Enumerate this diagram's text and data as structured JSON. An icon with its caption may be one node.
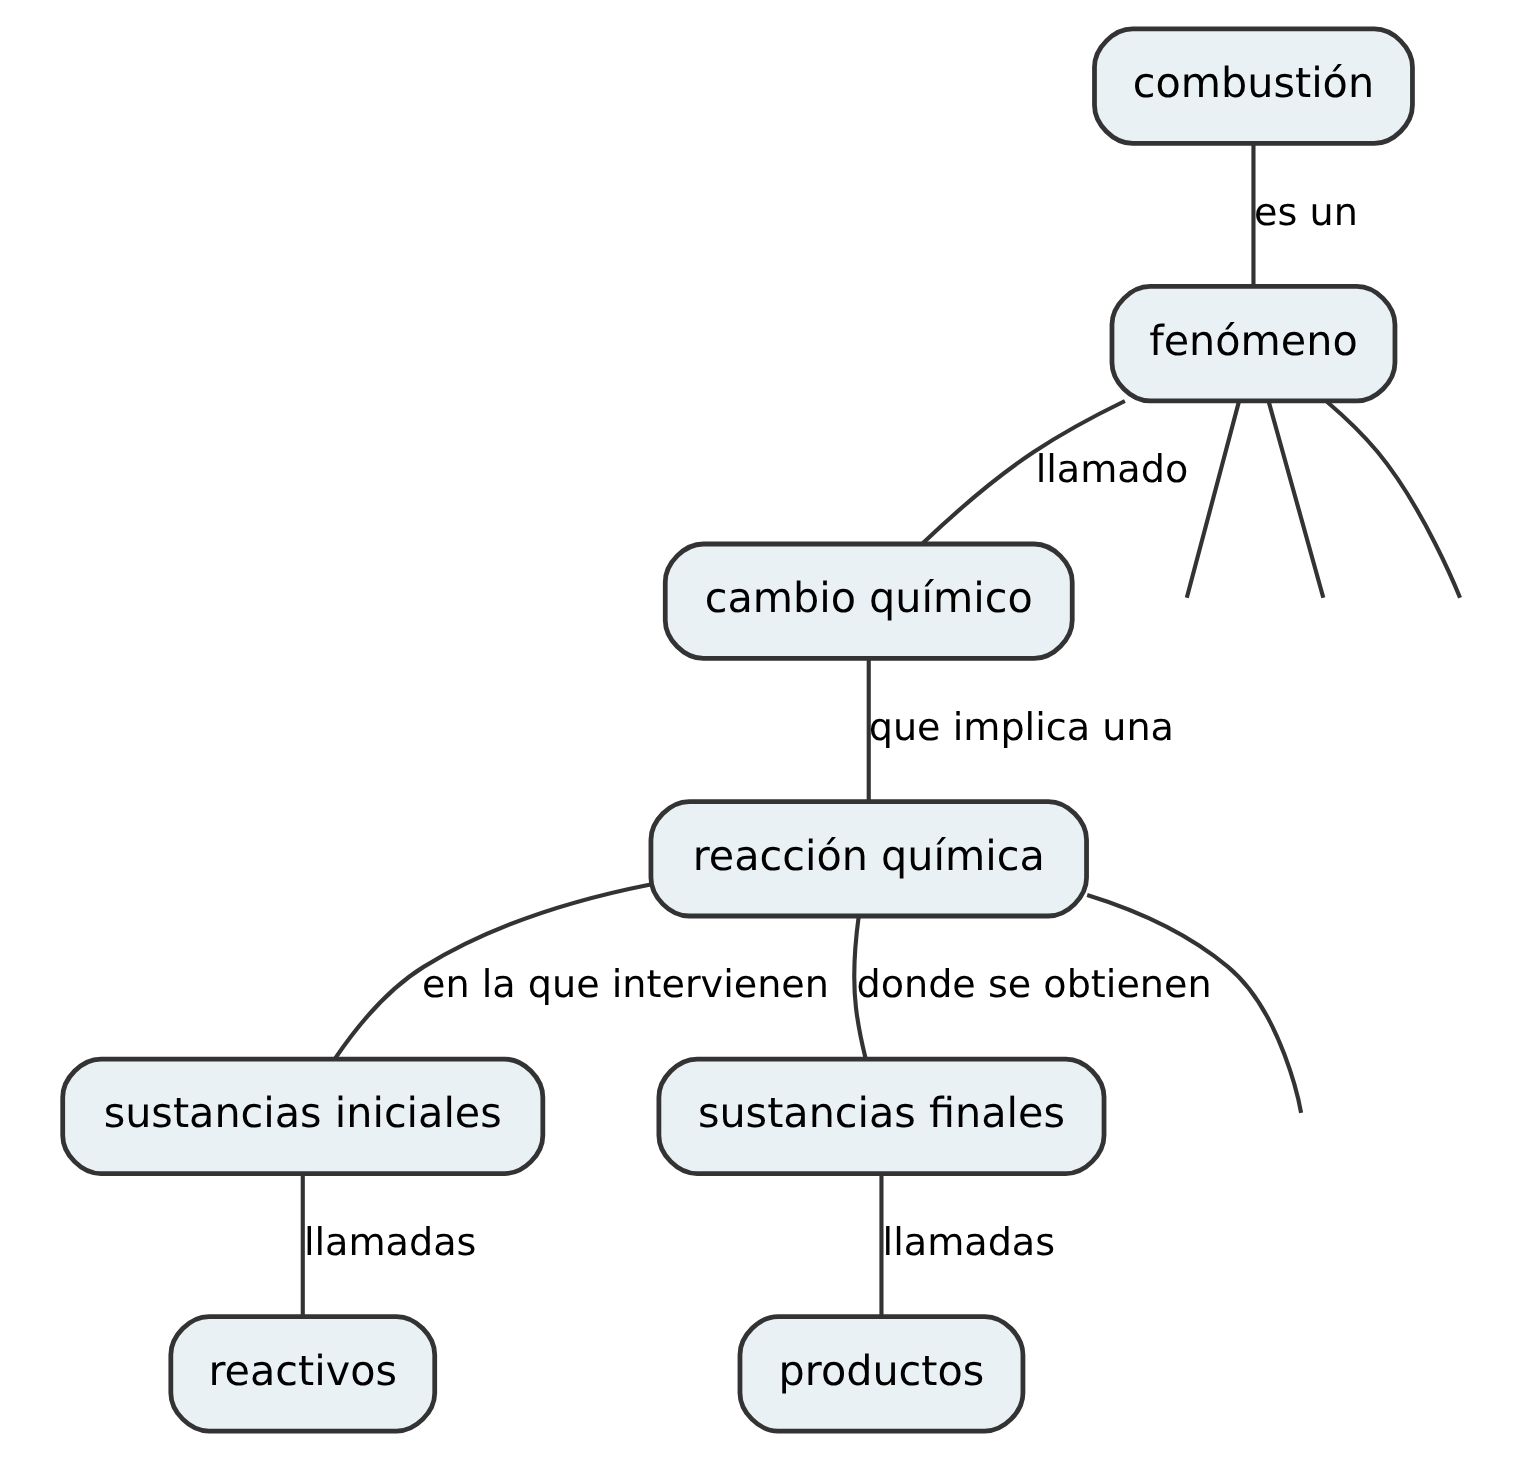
{
  "diagram": {
    "nodes": [
      {
        "text": [
          "combustión"
        ]
      },
      {
        "text": [
          "fenómeno"
        ]
      },
      {
        "text": [
          "cambio químico"
        ]
      },
      {
        "text": [
          "reacción química"
        ]
      },
      {
        "text": [
          "sustancias iniciales"
        ]
      },
      {
        "text": [
          "sustancias finales"
        ]
      },
      {
        "text": [
          "reactivos"
        ]
      },
      {
        "text": [
          "productos"
        ]
      }
    ],
    "edges": [
      {
        "from": 0,
        "to": 1,
        "arrow": "none",
        "label": "es un"
      },
      {
        "from": 1,
        "to": null,
        "arrow": "none"
      },
      {
        "from": 1,
        "to": null,
        "arrow": "none"
      },
      {
        "from": 1,
        "to": null,
        "arrow": "none"
      },
      {
        "from": 1,
        "to": 2,
        "arrow": "none",
        "label": "llamado"
      },
      {
        "from": 2,
        "to": 3,
        "arrow": "none",
        "label": "que implica una"
      },
      {
        "from": 3,
        "to": null,
        "arrow": "none"
      },
      {
        "from": 3,
        "to": 4,
        "arrow": "none",
        "label": "en la que intervienen"
      },
      {
        "from": 3,
        "to": 5,
        "arrow": "none",
        "label": "donde se obtienen"
      },
      {
        "from": 4,
        "to": 6,
        "arrow": "none",
        "label": "llamadas"
      },
      {
        "from": 5,
        "to": 7,
        "arrow": "none",
        "label": "llamadas"
      }
    ]
  }
}
